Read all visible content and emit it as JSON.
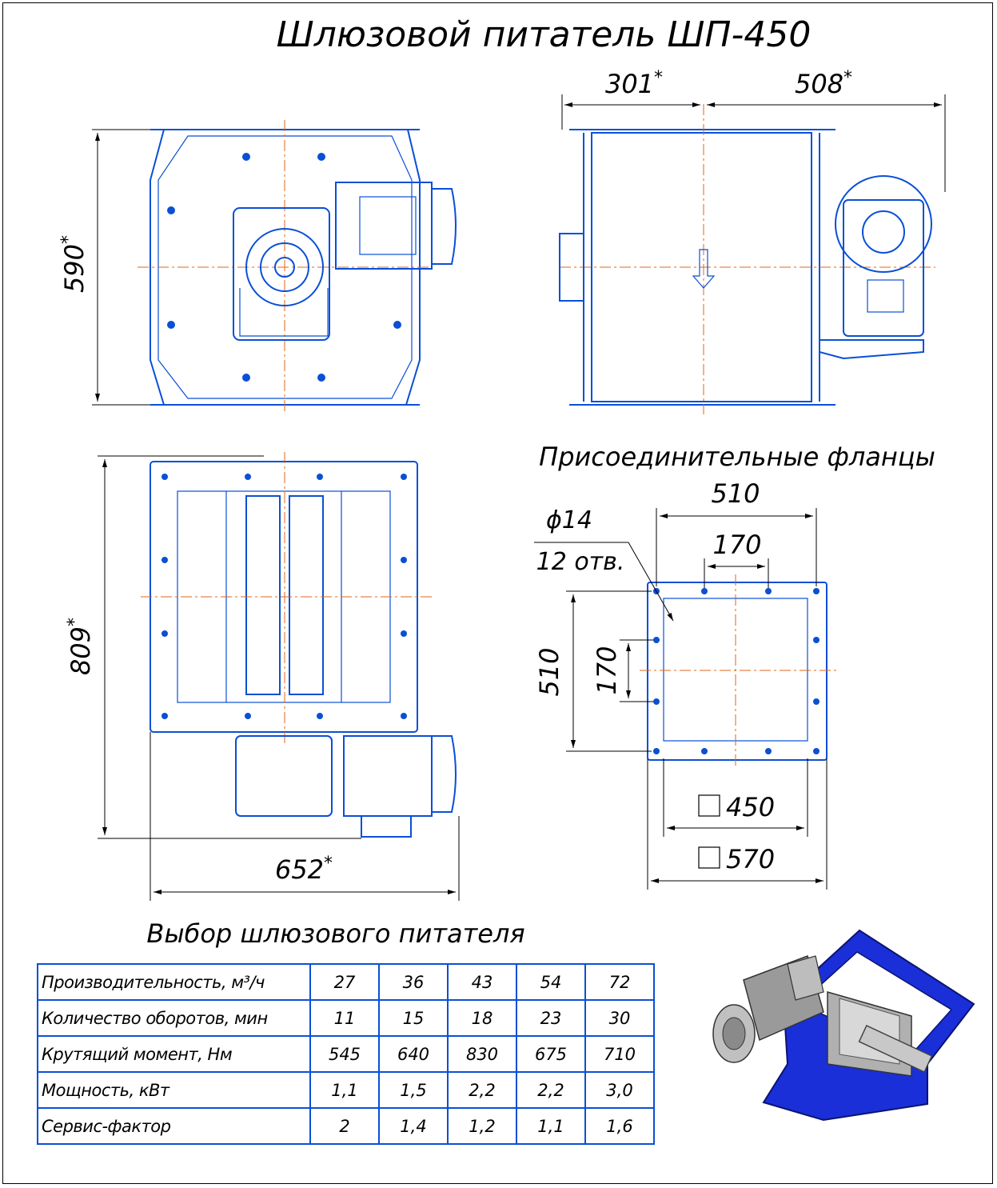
{
  "title": "Шлюзовой питатель ШП-450",
  "dimensions": {
    "front_height": "590",
    "side_left_width": "301",
    "side_right_width": "508",
    "top_height": "809",
    "top_width": "652",
    "asterisk": "*"
  },
  "flange": {
    "title": "Присоединительные фланцы",
    "outer_width": "510",
    "hole_pitch_h": "170",
    "outer_height": "510",
    "hole_pitch_v": "170",
    "hole_diameter": "ϕ14",
    "hole_count": "12 отв.",
    "inner_size": "450",
    "outer_size": "570"
  },
  "table": {
    "title": "Выбор шлюзового питателя",
    "rows": [
      {
        "param": "Производительность, м³/ч",
        "values": [
          "27",
          "36",
          "43",
          "54",
          "72"
        ]
      },
      {
        "param": "Количество оборотов, мин",
        "values": [
          "11",
          "15",
          "18",
          "23",
          "30"
        ]
      },
      {
        "param": "Крутящий момент, Нм",
        "values": [
          "545",
          "640",
          "830",
          "675",
          "710"
        ]
      },
      {
        "param": "Мощность, кВт",
        "values": [
          "1,1",
          "1,5",
          "2,2",
          "2,2",
          "3,0"
        ]
      },
      {
        "param": "Сервис-фактор",
        "values": [
          "2",
          "1,4",
          "1,2",
          "1,1",
          "1,6"
        ]
      }
    ]
  },
  "colors": {
    "drawing": "#0a4fd6",
    "axis": "#e0641a",
    "render_body": "#1a2fd8",
    "render_motor": "#9a9a9a"
  }
}
